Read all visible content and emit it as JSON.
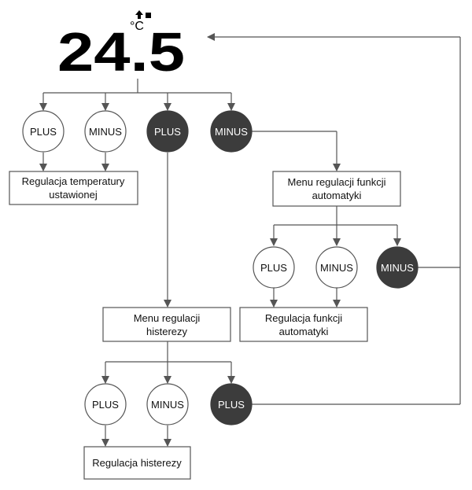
{
  "display": {
    "temperature": "24.5",
    "unit": "°C",
    "mode_icons": [
      "arrow-up-icon",
      "square-indicator-icon"
    ]
  },
  "buttons": {
    "b1": "PLUS",
    "b2": "MINUS",
    "b3": "PLUS",
    "b4": "MINUS",
    "b5": "PLUS",
    "b6": "MINUS",
    "b7": "MINUS",
    "b8": "PLUS",
    "b9": "MINUS",
    "b10": "PLUS"
  },
  "boxes": {
    "set_temp": [
      "Regulacja temperatury",
      "ustawionej"
    ],
    "auto_menu": [
      "Menu regulacji funkcji",
      "automatyki"
    ],
    "auto_reg": [
      "Regulacja funkcji",
      "automatyki"
    ],
    "hyst_menu": [
      "Menu regulacji",
      "histerezy"
    ],
    "hyst_reg": [
      "Regulacja histerezy"
    ]
  },
  "colors": {
    "dark_button": "#3c3c3c",
    "light_button": "#ffffff",
    "line": "#555555"
  }
}
